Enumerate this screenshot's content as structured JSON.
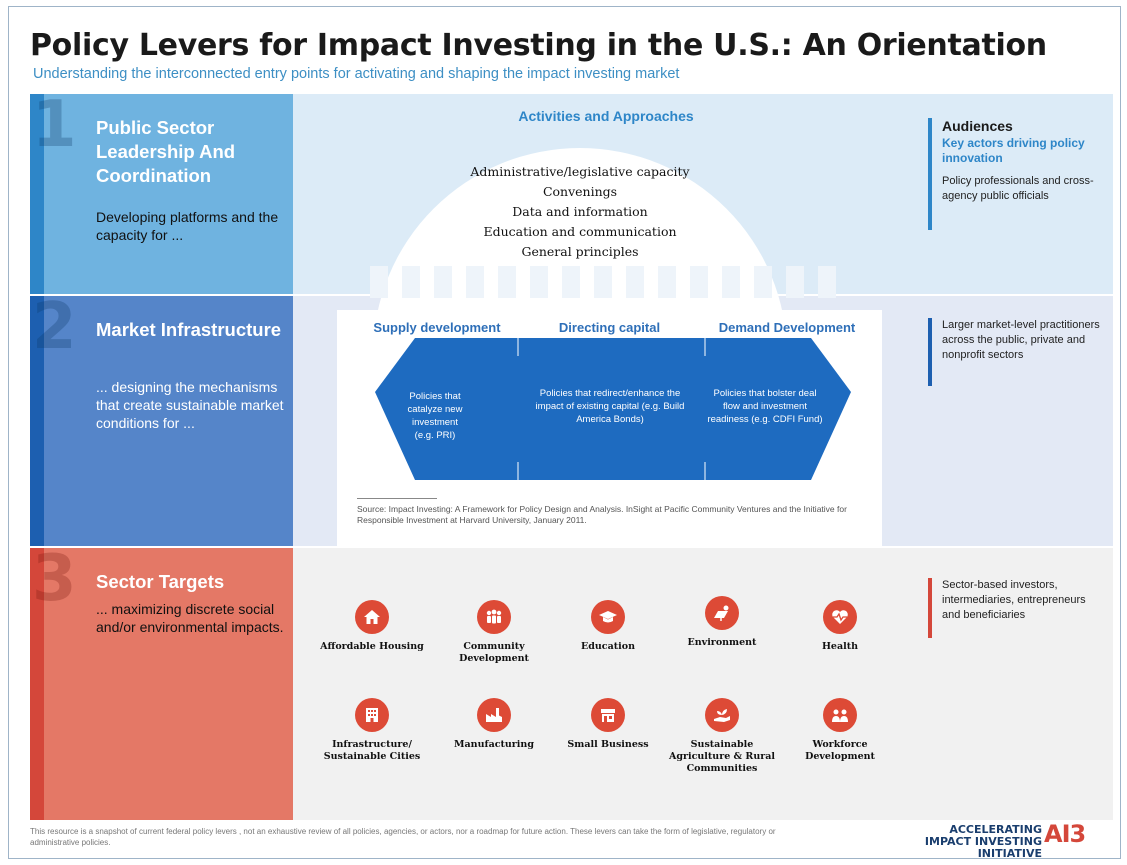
{
  "title": "Policy Levers for Impact Investing in the U.S.: An Orientation",
  "subtitle": "Understanding the interconnected entry points for activating and shaping the impact investing market",
  "rows": [
    {
      "number": "1",
      "title": "Public Sector Leadership And Coordination",
      "description": "Developing platforms and the capacity for ...",
      "color": "#6fb3e0"
    },
    {
      "number": "2",
      "title": "Market Infrastructure",
      "description": "... designing the mechanisms that create sustainable market conditions for ...",
      "color": "#5585c9"
    },
    {
      "number": "3",
      "title": "Sector Targets",
      "description": "... maximizing discrete social and/or environmental impacts.",
      "color": "#e47866"
    }
  ],
  "activities": {
    "heading": "Activities and Approaches",
    "items": [
      "Administrative/legislative capacity",
      "Convenings",
      "Data and information",
      "Education and communication",
      "General principles"
    ]
  },
  "audiences": {
    "heading": "Audiences",
    "subheading": "Key actors driving policy innovation",
    "row1": "Policy professionals and cross-agency public officials",
    "row2": "Larger market-level practitioners across the public, private and nonprofit sectors",
    "row3": "Sector-based investors, intermediaries, entrepreneurs and beneficiaries"
  },
  "market": {
    "columns": [
      {
        "heading": "Supply development",
        "text": "Policies that catalyze new investment (e.g. PRI)"
      },
      {
        "heading": "Directing capital",
        "text": "Policies that redirect/enhance the impact of existing capital (e.g. Build America Bonds)"
      },
      {
        "heading": "Demand Development",
        "text": "Policies that bolster deal flow and investment readiness (e.g. CDFI Fund)"
      }
    ],
    "source": "Source: Impact Investing: A Framework for Policy Design and Analysis. InSight at Pacific Community Ventures and the Initiative for Responsible Investment at Harvard University, January 2011."
  },
  "sectors": [
    {
      "label": "Affordable Housing",
      "icon": "house-icon"
    },
    {
      "label": "Community Development",
      "icon": "people-icon"
    },
    {
      "label": "Education",
      "icon": "graduation-cap-icon"
    },
    {
      "label": "Environment",
      "icon": "solar-panel-icon"
    },
    {
      "label": "Health",
      "icon": "heart-pulse-icon"
    },
    {
      "label": "Infrastructure/ Sustainable Cities",
      "icon": "building-icon"
    },
    {
      "label": "Manufacturing",
      "icon": "factory-icon"
    },
    {
      "label": "Small Business",
      "icon": "storefront-icon"
    },
    {
      "label": "Sustainable Agriculture & Rural Communities",
      "icon": "hand-plant-icon"
    },
    {
      "label": "Workforce Development",
      "icon": "workers-icon"
    }
  ],
  "footer": {
    "note": "This resource is a snapshot of current federal policy levers , not an exhaustive review of all policies, agencies, or actors, nor a roadmap for future action. These levers can take the form of legislative, regulatory or administrative policies.",
    "logo_text": "ACCELERATING IMPACT INVESTING INITIATIVE",
    "logo_mark": "AI3"
  },
  "colors": {
    "accent_blue": "#2e86c8",
    "deep_blue": "#1d5fb0",
    "coral": "#d4473a",
    "icon_red": "#dd4a36"
  }
}
